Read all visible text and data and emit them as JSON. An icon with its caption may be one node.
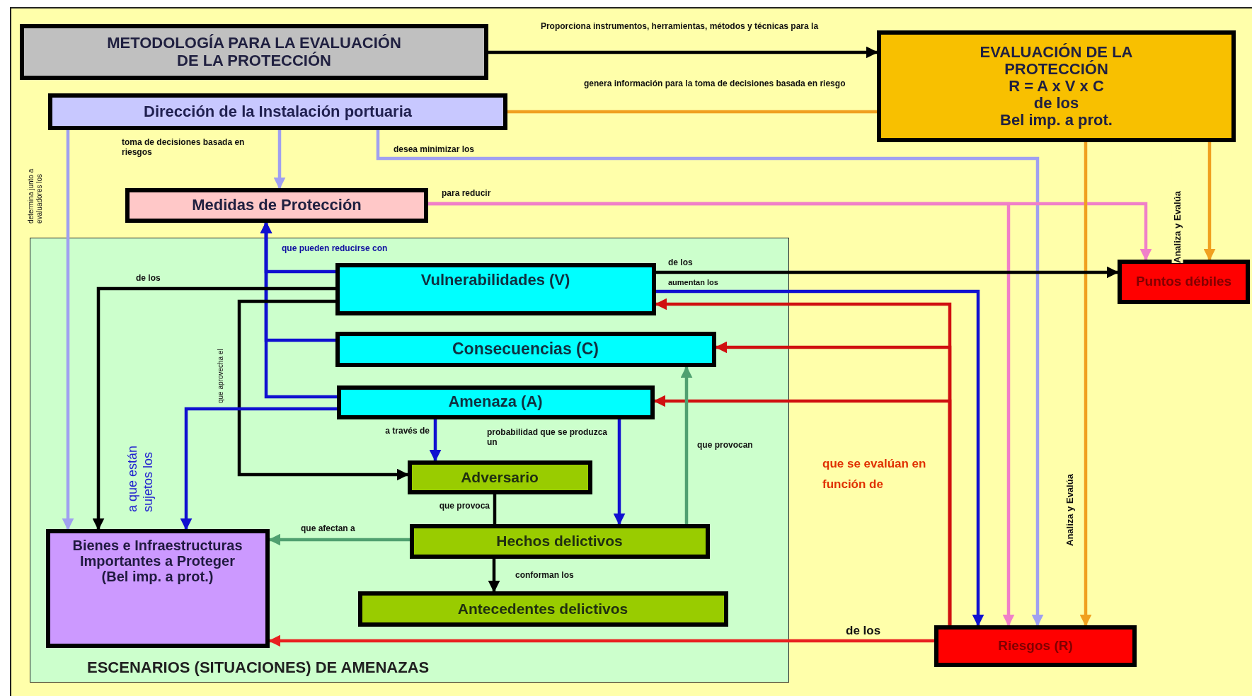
{
  "diagram": {
    "nodes": [
      {
        "text": [
          "METODOLOGÍA PARA LA EVALUACIÓN DE LA PROTECCIÓN"
        ]
      },
      {
        "text": [
          "EVALUACIÓN DE LA PROTECCIÓN",
          "R = A x V x C",
          "de los",
          "Bel imp. a prot."
        ]
      },
      {
        "text": [
          "Dirección de la Instalación portuaria"
        ]
      },
      {
        "text": [
          "Medidas de Protección"
        ]
      },
      {
        "text": [
          "ESCENARIOS (SITUACIONES) DE AMENAZAS"
        ]
      },
      {
        "text": [
          "Vulnerabilidades (V)"
        ],
        "in": 4
      },
      {
        "text": [
          "Consecuencias (C)"
        ],
        "in": 4
      },
      {
        "text": [
          "Amenaza (A)"
        ],
        "in": 4
      },
      {
        "text": [
          "Adversario"
        ],
        "in": 4
      },
      {
        "text": [
          "Hechos delictivos"
        ],
        "in": 4
      },
      {
        "text": [
          "Antecedentes delictivos"
        ],
        "in": 4
      },
      {
        "text": [
          "Bienes e Infraestructuras Importantes a Proteger (Bel imp. a prot.)"
        ],
        "in": 4
      },
      {
        "text": [
          "Puntos débiles"
        ]
      },
      {
        "text": [
          "Riesgos (R)"
        ]
      }
    ],
    "edges": [
      {
        "from": 0,
        "to": 1,
        "arrow": "to",
        "label": "Proporciona instrumentos, herramientas, métodos y técnicas para la",
        "color": "#000000"
      },
      {
        "from": 1,
        "to": 2,
        "arrow": "none",
        "label": "genera información para la toma de decisiones basada en riesgo",
        "color": "#f0a020"
      },
      {
        "from": 2,
        "to": 3,
        "arrow": "to",
        "label": "toma de decisiones basada en riesgos",
        "color": "#a0a0f0"
      },
      {
        "from": 2,
        "to": 11,
        "arrow": "to",
        "label": "determina junto a evaluadores los",
        "color": "#a0a0f0"
      },
      {
        "from": 2,
        "to": 13,
        "arrow": "to",
        "label": "desea minimizar los",
        "color": "#a0a0f0"
      },
      {
        "from": 3,
        "to": 12,
        "arrow": "to",
        "label": "para reducir",
        "color": "#f080c8"
      },
      {
        "from": 3,
        "to": 13,
        "arrow": "to",
        "color": "#f080c8"
      },
      {
        "from": 1,
        "to": 13,
        "arrow": "to",
        "label": "Analiza y Evalúa",
        "color": "#f0a020"
      },
      {
        "from": 1,
        "to": 12,
        "arrow": "to",
        "label": "Analiza y Evalúa",
        "color": "#f0a020"
      },
      {
        "from": 5,
        "to": 3,
        "arrow": "to",
        "label": "que pueden reducirse con",
        "color": "#1010d0"
      },
      {
        "from": 6,
        "to": 3,
        "arrow": "to",
        "color": "#1010d0"
      },
      {
        "from": 7,
        "to": 3,
        "arrow": "to",
        "color": "#1010d0"
      },
      {
        "from": 5,
        "to": 11,
        "arrow": "to",
        "label": "de los",
        "color": "#000000"
      },
      {
        "from": 5,
        "to": 8,
        "arrow": "to",
        "label": "que aprovecha el",
        "color": "#000000"
      },
      {
        "from": 5,
        "to": 12,
        "arrow": "to",
        "label": "de los",
        "color": "#000000"
      },
      {
        "from": 5,
        "to": 13,
        "arrow": "to",
        "label": "aumentan los",
        "color": "#1010d0"
      },
      {
        "from": 13,
        "to": 5,
        "arrow": "to",
        "label": "que se evalúan en función de",
        "color": "#d01010"
      },
      {
        "from": 13,
        "to": 6,
        "arrow": "to",
        "color": "#d01010"
      },
      {
        "from": 13,
        "to": 7,
        "arrow": "to",
        "color": "#d01010"
      },
      {
        "from": 13,
        "to": 11,
        "arrow": "to",
        "label": "de los",
        "color": "#e82020"
      },
      {
        "from": 7,
        "to": 11,
        "arrow": "to",
        "label": "a que están sujetos los",
        "color": "#1010d0"
      },
      {
        "from": 7,
        "to": 8,
        "arrow": "to",
        "label": "a través de",
        "color": "#1010d0"
      },
      {
        "from": 7,
        "to": 9,
        "arrow": "to",
        "label": "probabilidad que se produzca un",
        "color": "#1010d0"
      },
      {
        "from": 8,
        "to": 9,
        "arrow": "none",
        "label": "que provoca",
        "color": "#000000"
      },
      {
        "from": 9,
        "to": 11,
        "arrow": "to",
        "label": "que afectan a",
        "color": "#50a070"
      },
      {
        "from": 9,
        "to": 6,
        "arrow": "to",
        "label": "que provocan",
        "color": "#50a070"
      },
      {
        "from": 9,
        "to": 10,
        "arrow": "to",
        "label": "conforman los",
        "color": "#000000"
      }
    ]
  }
}
